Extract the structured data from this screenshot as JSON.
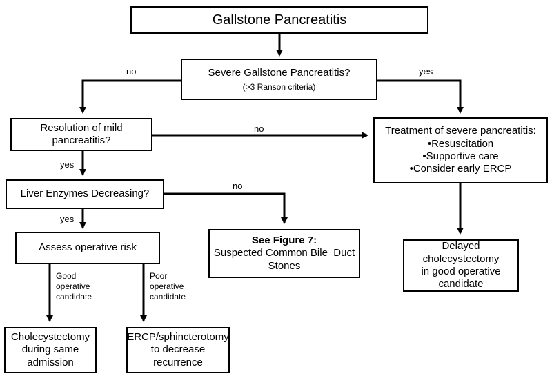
{
  "title": "Gallstone Pancreatitis",
  "nodes": {
    "severe_q": {
      "line1": "Severe Gallstone Pancreatitis?",
      "line2": "(>3 Ranson criteria)"
    },
    "resolution_q": {
      "line1": "Resolution of mild",
      "line2": "pancreatitis?"
    },
    "severe_treatment": {
      "heading": "Treatment of severe pancreatitis:",
      "items": [
        "•Resuscitation",
        "•Supportive care",
        "•Consider early ERCP"
      ]
    },
    "liver_q": {
      "text": "Liver Enzymes Decreasing?"
    },
    "see_figure": {
      "bold": "See Figure 7:",
      "line2": "Suspected Common Bile  Duct",
      "line3": "Stones"
    },
    "assess_risk": {
      "text": "Assess operative risk"
    },
    "delayed": {
      "line1": "Delayed cholecystectomy",
      "line2": "in good operative",
      "line3": "candidate"
    },
    "chole_same": {
      "line1": "Cholecystectomy",
      "line2": "during same",
      "line3": "admission"
    },
    "ercp": {
      "line1": "ERCP/sphincterotomy",
      "line2": "to decrease",
      "line3": "recurrence"
    }
  },
  "edge_labels": {
    "severe_no": "no",
    "severe_yes": "yes",
    "resolution_no": "no",
    "resolution_yes": "yes",
    "liver_no": "no",
    "liver_yes": "yes",
    "good": {
      "line1": "Good",
      "line2": "operative",
      "line3": "candidate"
    },
    "poor": {
      "line1": "Poor",
      "line2": "operative",
      "line3": "candidate"
    }
  }
}
